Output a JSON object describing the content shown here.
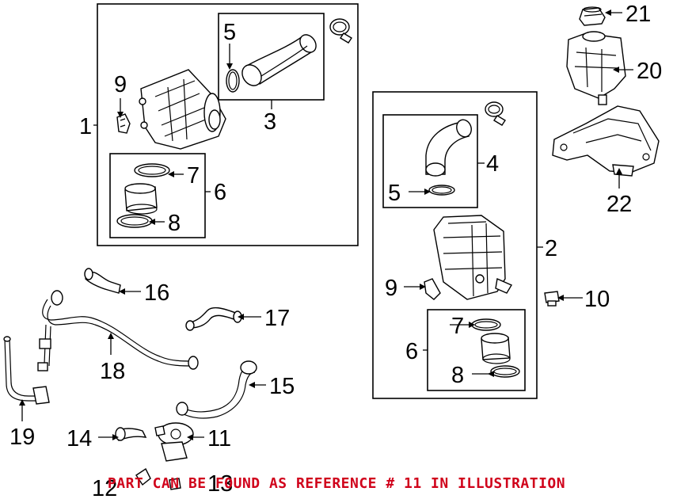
{
  "callouts": {
    "n1": "1",
    "n2": "2",
    "n3": "3",
    "n4": "4",
    "n5a": "5",
    "n5b": "5",
    "n6a": "6",
    "n6b": "6",
    "n7a": "7",
    "n7b": "7",
    "n8a": "8",
    "n8b": "8",
    "n9a": "9",
    "n9b": "9",
    "n10": "10",
    "n11": "11",
    "n12": "12",
    "n13": "13",
    "n14": "14",
    "n15": "15",
    "n16": "16",
    "n17": "17",
    "n18": "18",
    "n19": "19",
    "n20": "20",
    "n21": "21",
    "n22": "22"
  },
  "footer": {
    "text": "PART CAN BE FOUND AS REFERENCE # 11 IN ILLUSTRATION",
    "color": "#d0021b"
  }
}
